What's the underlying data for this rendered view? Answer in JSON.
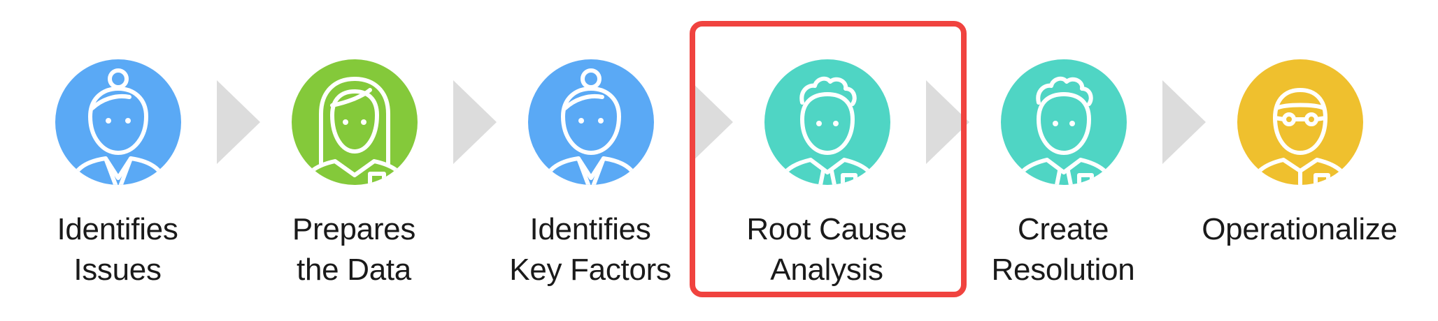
{
  "steps": [
    {
      "line1": "Identifies",
      "line2": "Issues",
      "color": "#5aa9f5",
      "icon": "woman-bun-icon"
    },
    {
      "line1": "Prepares",
      "line2": "the Data",
      "color": "#84c93a",
      "icon": "woman-long-hair-icon"
    },
    {
      "line1": "Identifies",
      "line2": "Key Factors",
      "color": "#5aa9f5",
      "icon": "woman-bun-icon"
    },
    {
      "line1": "Root Cause",
      "line2": "Analysis",
      "color": "#4fd5c4",
      "icon": "man-curly-hair-icon"
    },
    {
      "line1": "Create",
      "line2": "Resolution",
      "color": "#4fd5c4",
      "icon": "man-curly-hair-icon"
    },
    {
      "line1": "Operationalize",
      "line2": "",
      "color": "#efc02e",
      "icon": "man-glasses-icon"
    }
  ],
  "arrow_color": "#dcdcdc",
  "highlight": {
    "step": "Root Cause Analysis",
    "color": "#f0433f"
  }
}
